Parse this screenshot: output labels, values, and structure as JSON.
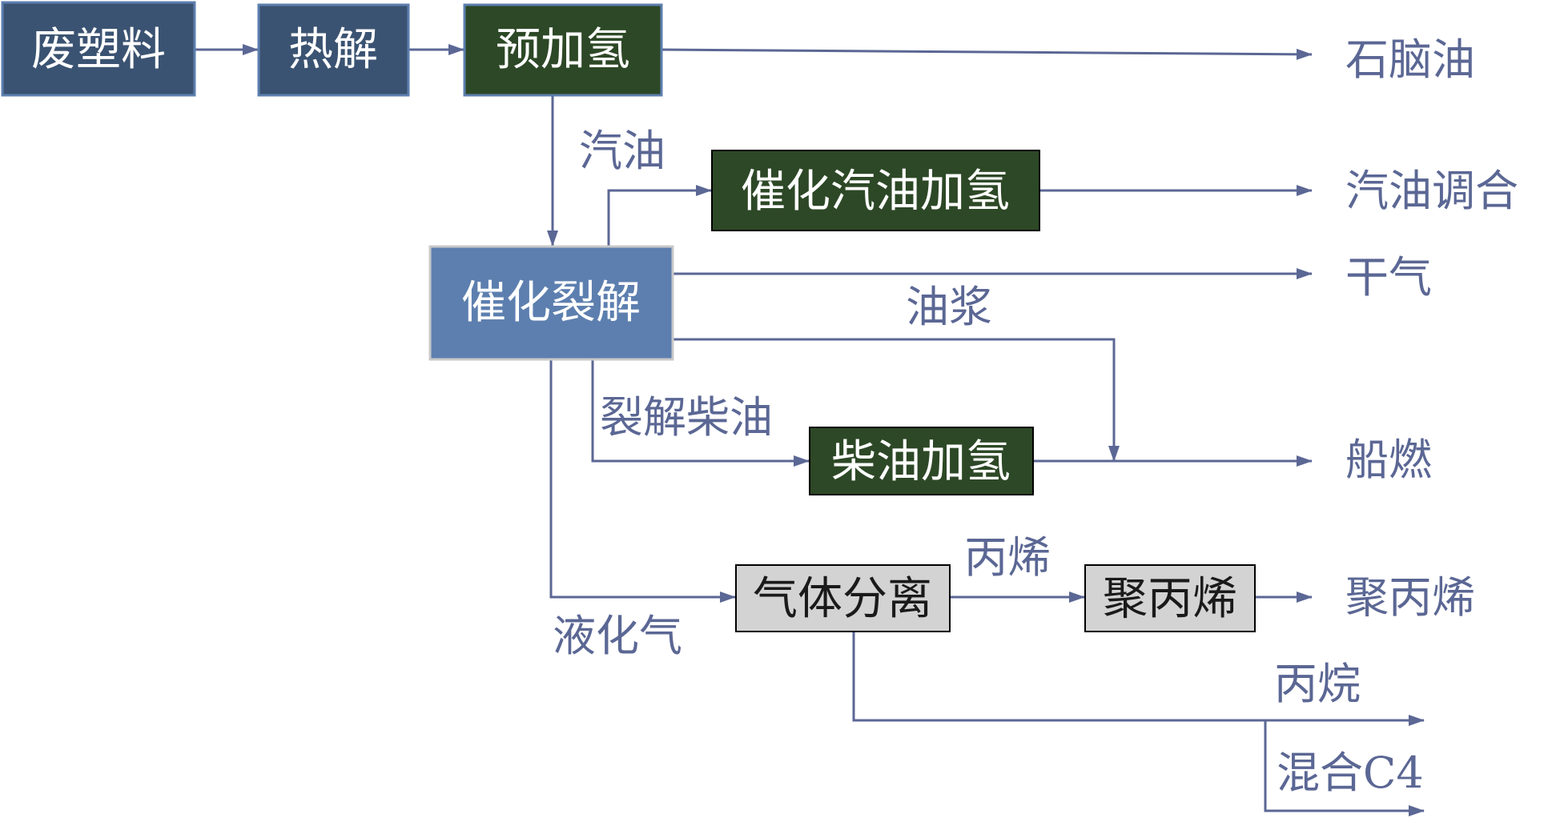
{
  "nodes": {
    "waste_plastic": "废塑料",
    "pyrolysis": "热解",
    "prehydro": "预加氢",
    "fcc": "催化裂解",
    "fcc_gasoline_hydro": "催化汽油加氢",
    "diesel_hydro": "柴油加氢",
    "gas_sep": "气体分离",
    "polypropylene_unit": "聚丙烯"
  },
  "outputs": {
    "naphtha": "石脑油",
    "gasoline_blend": "汽油调合",
    "dry_gas": "干气",
    "marine_fuel": "船燃",
    "polypropylene": "聚丙烯",
    "propane": "丙烷",
    "mixed_c4": "混合C4"
  },
  "edge_labels": {
    "gasoline": "汽油",
    "slurry": "油浆",
    "cracked_diesel": "裂解柴油",
    "lpg": "液化气",
    "propylene": "丙烯"
  },
  "colors": {
    "slate": "#3b5372",
    "dark_green": "#2d4826",
    "steel_blue": "#5d7faf",
    "light_gray": "#d3d3d3",
    "arrow": "#5b6794",
    "label": "#5b6794"
  }
}
